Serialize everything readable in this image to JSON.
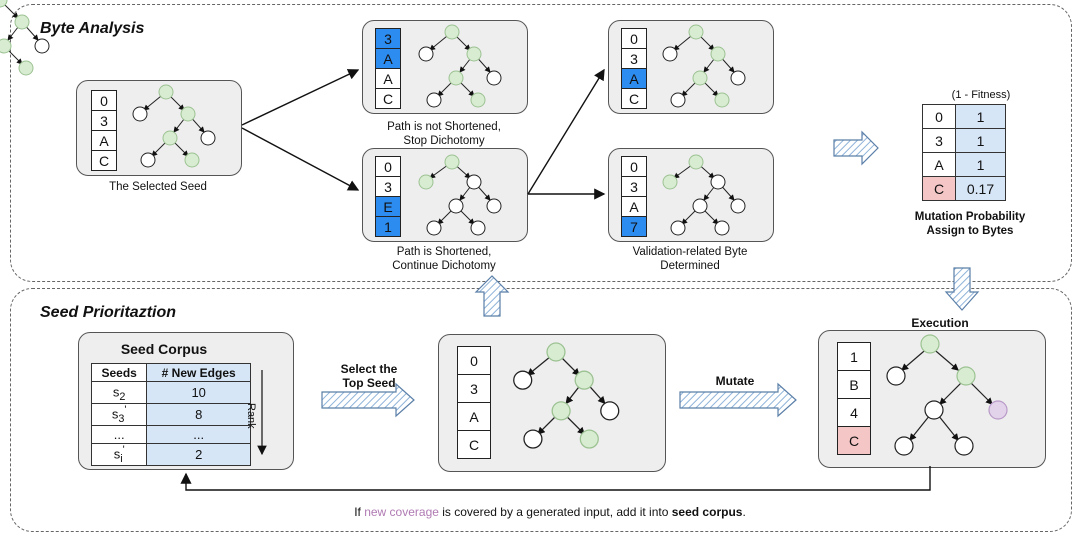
{
  "sections": {
    "byte_analysis_title": "Byte Analysis",
    "seed_prioritization_title": "Seed Prioritaztion"
  },
  "byte_analysis": {
    "selected_seed": {
      "bytes": [
        "0",
        "3",
        "A",
        "C"
      ],
      "caption": "The Selected Seed"
    },
    "not_shortened": {
      "bytes": [
        "3",
        "A",
        "A",
        "C"
      ],
      "caption_line1": "Path is not Shortened,",
      "caption_line2": "Stop Dichotomy"
    },
    "shortened": {
      "bytes": [
        "0",
        "3",
        "E",
        "1"
      ],
      "caption_line1": "Path is Shortened,",
      "caption_line2": "Continue Dichotomy"
    },
    "branch_a": {
      "bytes": [
        "0",
        "3",
        "A",
        "C"
      ]
    },
    "validation": {
      "bytes": [
        "0",
        "3",
        "A",
        "7"
      ],
      "caption_line1": "Validation-related Byte",
      "caption_line2": "Determined"
    },
    "mutation_probability": {
      "header": "(1 - Fitness)",
      "rows": [
        {
          "byte": "0",
          "value": "1"
        },
        {
          "byte": "3",
          "value": "1"
        },
        {
          "byte": "A",
          "value": "1"
        },
        {
          "byte": "C",
          "value": "0.17"
        }
      ],
      "caption_line1": "Mutation Probability",
      "caption_line2": "Assign to Bytes"
    }
  },
  "seed_prioritization": {
    "corpus": {
      "title": "Seed Corpus",
      "col_seeds": "Seeds",
      "col_edges": "# New Edges",
      "rank_label": "Rank",
      "rows": [
        {
          "seed": "s",
          "sub": "2",
          "prime": "",
          "edges": "10"
        },
        {
          "seed": "s",
          "sub": "3",
          "prime": "'",
          "edges": "8"
        },
        {
          "seed": "...",
          "sub": "",
          "prime": "",
          "edges": "..."
        },
        {
          "seed": "s",
          "sub": "i",
          "prime": "'",
          "edges": "2"
        }
      ]
    },
    "select_label_line1": "Select the",
    "select_label_line2": "Top Seed",
    "top_seed": {
      "bytes": [
        "0",
        "3",
        "A",
        "C"
      ]
    },
    "mutate_label": "Mutate",
    "execution": {
      "title": "Execution",
      "bytes": [
        "1",
        "B",
        "4",
        "C"
      ]
    },
    "footer": {
      "prefix": "If ",
      "highlight": "new coverage",
      "middle": " is covered by a generated input, add it into ",
      "bold": "seed corpus",
      "suffix": "."
    }
  },
  "colors": {
    "highlight_byte": "#2d8cf0",
    "fitness_cell": "#d6e6f7",
    "low_fitness": "#f4c6c6",
    "covered_node": "#d8ecd2",
    "new_node": "#e2d2ea",
    "new_coverage_text": "#b07ab3"
  }
}
